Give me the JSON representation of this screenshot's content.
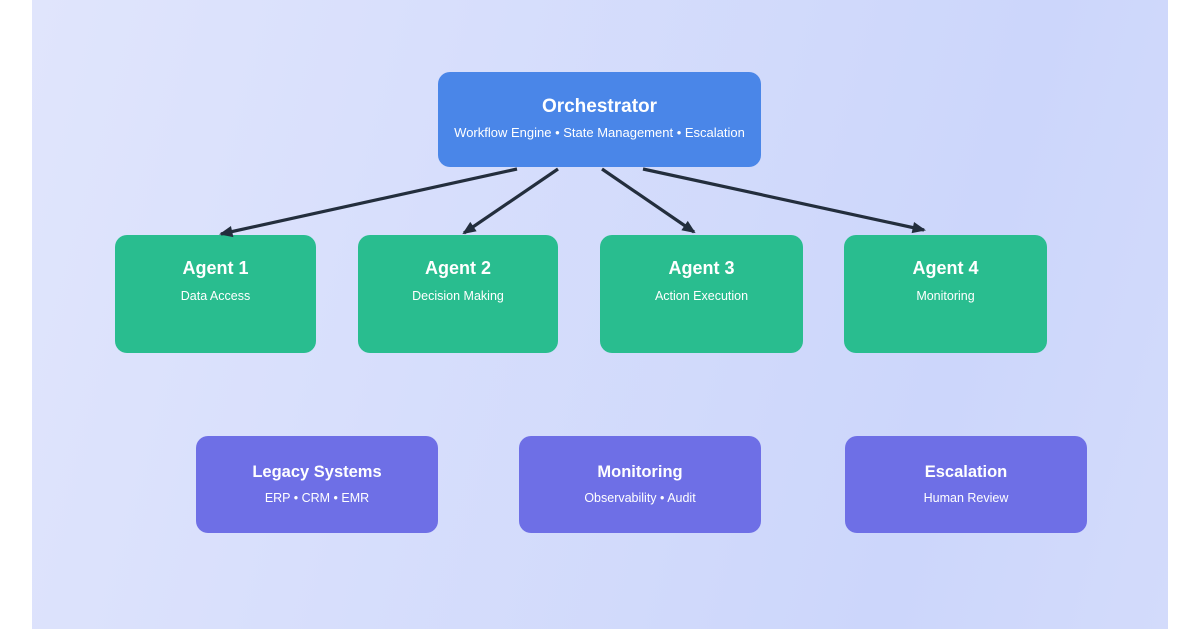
{
  "colors": {
    "page_background": "#ffffff",
    "panel_gradient_start": "#e0e5fc",
    "panel_gradient_mid": "#d3dbfb",
    "panel_gradient_end": "#ccd6fb",
    "orchestrator_fill": "#4a86e8",
    "agent_fill": "#29bd8f",
    "integration_fill": "#6e6fe6",
    "arrow": "#232e3d",
    "node_text": "#ffffff"
  },
  "diagram": {
    "orchestrator": {
      "title": "Orchestrator",
      "subtitle": "Workflow Engine • State Management • Escalation"
    },
    "agents": [
      {
        "title": "Agent 1",
        "subtitle": "Data Access"
      },
      {
        "title": "Agent 2",
        "subtitle": "Decision Making"
      },
      {
        "title": "Agent 3",
        "subtitle": "Action Execution"
      },
      {
        "title": "Agent 4",
        "subtitle": "Monitoring"
      }
    ],
    "integrations": [
      {
        "title": "Legacy Systems",
        "subtitle": "ERP • CRM • EMR"
      },
      {
        "title": "Monitoring",
        "subtitle": "Observability • Audit"
      },
      {
        "title": "Escalation",
        "subtitle": "Human Review"
      }
    ],
    "edges": [
      {
        "from": "Orchestrator",
        "to": "Agent 1"
      },
      {
        "from": "Orchestrator",
        "to": "Agent 2"
      },
      {
        "from": "Orchestrator",
        "to": "Agent 3"
      },
      {
        "from": "Orchestrator",
        "to": "Agent 4"
      }
    ]
  }
}
